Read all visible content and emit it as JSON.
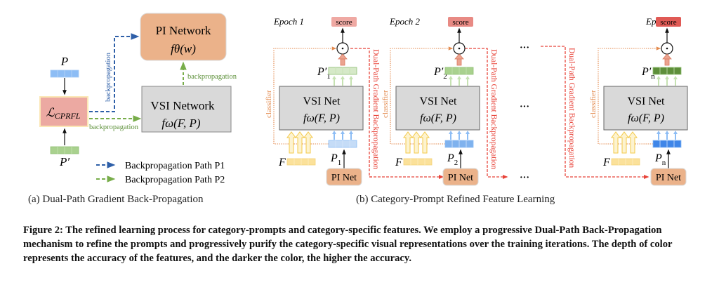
{
  "panel_a": {
    "caption": "(a) Dual-Path Gradient Back-Propagation",
    "pi_network": {
      "title": "PI Network",
      "formula": "fθ(w)"
    },
    "vsi_network": {
      "title": "VSI Network",
      "formula": "fω(F, P)"
    },
    "loss": {
      "label": "ℒ",
      "subscript": "CPRFL"
    },
    "prompt_top": "P",
    "prompt_bottom": "P′",
    "edge_label_blue": "backpropagation",
    "edge_label_green_horizontal": "backpropagation",
    "edge_label_green_vertical": "backpropagation",
    "legend": [
      {
        "label": "Backpropagation Path P1",
        "color": "#2e5fa8"
      },
      {
        "label": "Backpropagation Path P2",
        "color": "#78ad4a"
      }
    ]
  },
  "panel_b": {
    "caption": "(b) Category-Prompt Refined Feature Learning",
    "epochs": [
      {
        "title": "Epoch 1",
        "score": "score",
        "score_color": "#efa9a3",
        "vsi_title": "VSI Net",
        "vsi_formula": "fω(F, P)",
        "p_prime": "P′",
        "p_prime_sub": "1",
        "p": "P",
        "p_sub": "1",
        "f": "F",
        "pi_net": "PI Net",
        "classifier": "classifier",
        "prime_color": "#d6e9c8",
        "p_color": "#c5dcf7"
      },
      {
        "title": "Epoch 2",
        "score": "score",
        "score_color": "#e88a84",
        "vsi_title": "VSI Net",
        "vsi_formula": "fω(F, P)",
        "p_prime": "P′",
        "p_prime_sub": "2",
        "p": "P",
        "p_sub": "2",
        "f": "F",
        "pi_net": "PI Net",
        "classifier": "classifier",
        "prime_color": "#a9d18e",
        "p_color": "#7fb2ee"
      },
      {
        "title": "Epoch n",
        "score": "score",
        "score_color": "#e05a55",
        "vsi_title": "VSI Net",
        "vsi_formula": "fω(F, P)",
        "p_prime": "P′",
        "p_prime_sub": "n",
        "p": "P",
        "p_sub": "n",
        "f": "F",
        "pi_net": "PI Net",
        "classifier": "classifier",
        "prime_color": "#5e8f3a",
        "p_color": "#3f86e8"
      }
    ],
    "dual_path_label": "Dual-Path Gradient Backpropagation",
    "ellipsis": "···"
  },
  "figure_caption": {
    "label": "Figure 2:",
    "text": "The refined learning process for category-prompts and category-specific features. We employ a progressive Dual-Path Back-Propagation mechanism to refine the prompts and progressively purify the category-specific visual representations over the training iterations. The depth of color represents the accuracy of the features, and the darker the color, the higher the accuracy."
  },
  "colors": {
    "pi_fill": "#ebb28a",
    "vsi_fill": "#d9d9d9",
    "loss_fill": "#eca9a2",
    "blue_path": "#2e5fa8",
    "green_path": "#78ad4a",
    "red_path": "#e8443a",
    "classifier": "#e38a4e",
    "feature_fill": "#fbe19a"
  }
}
